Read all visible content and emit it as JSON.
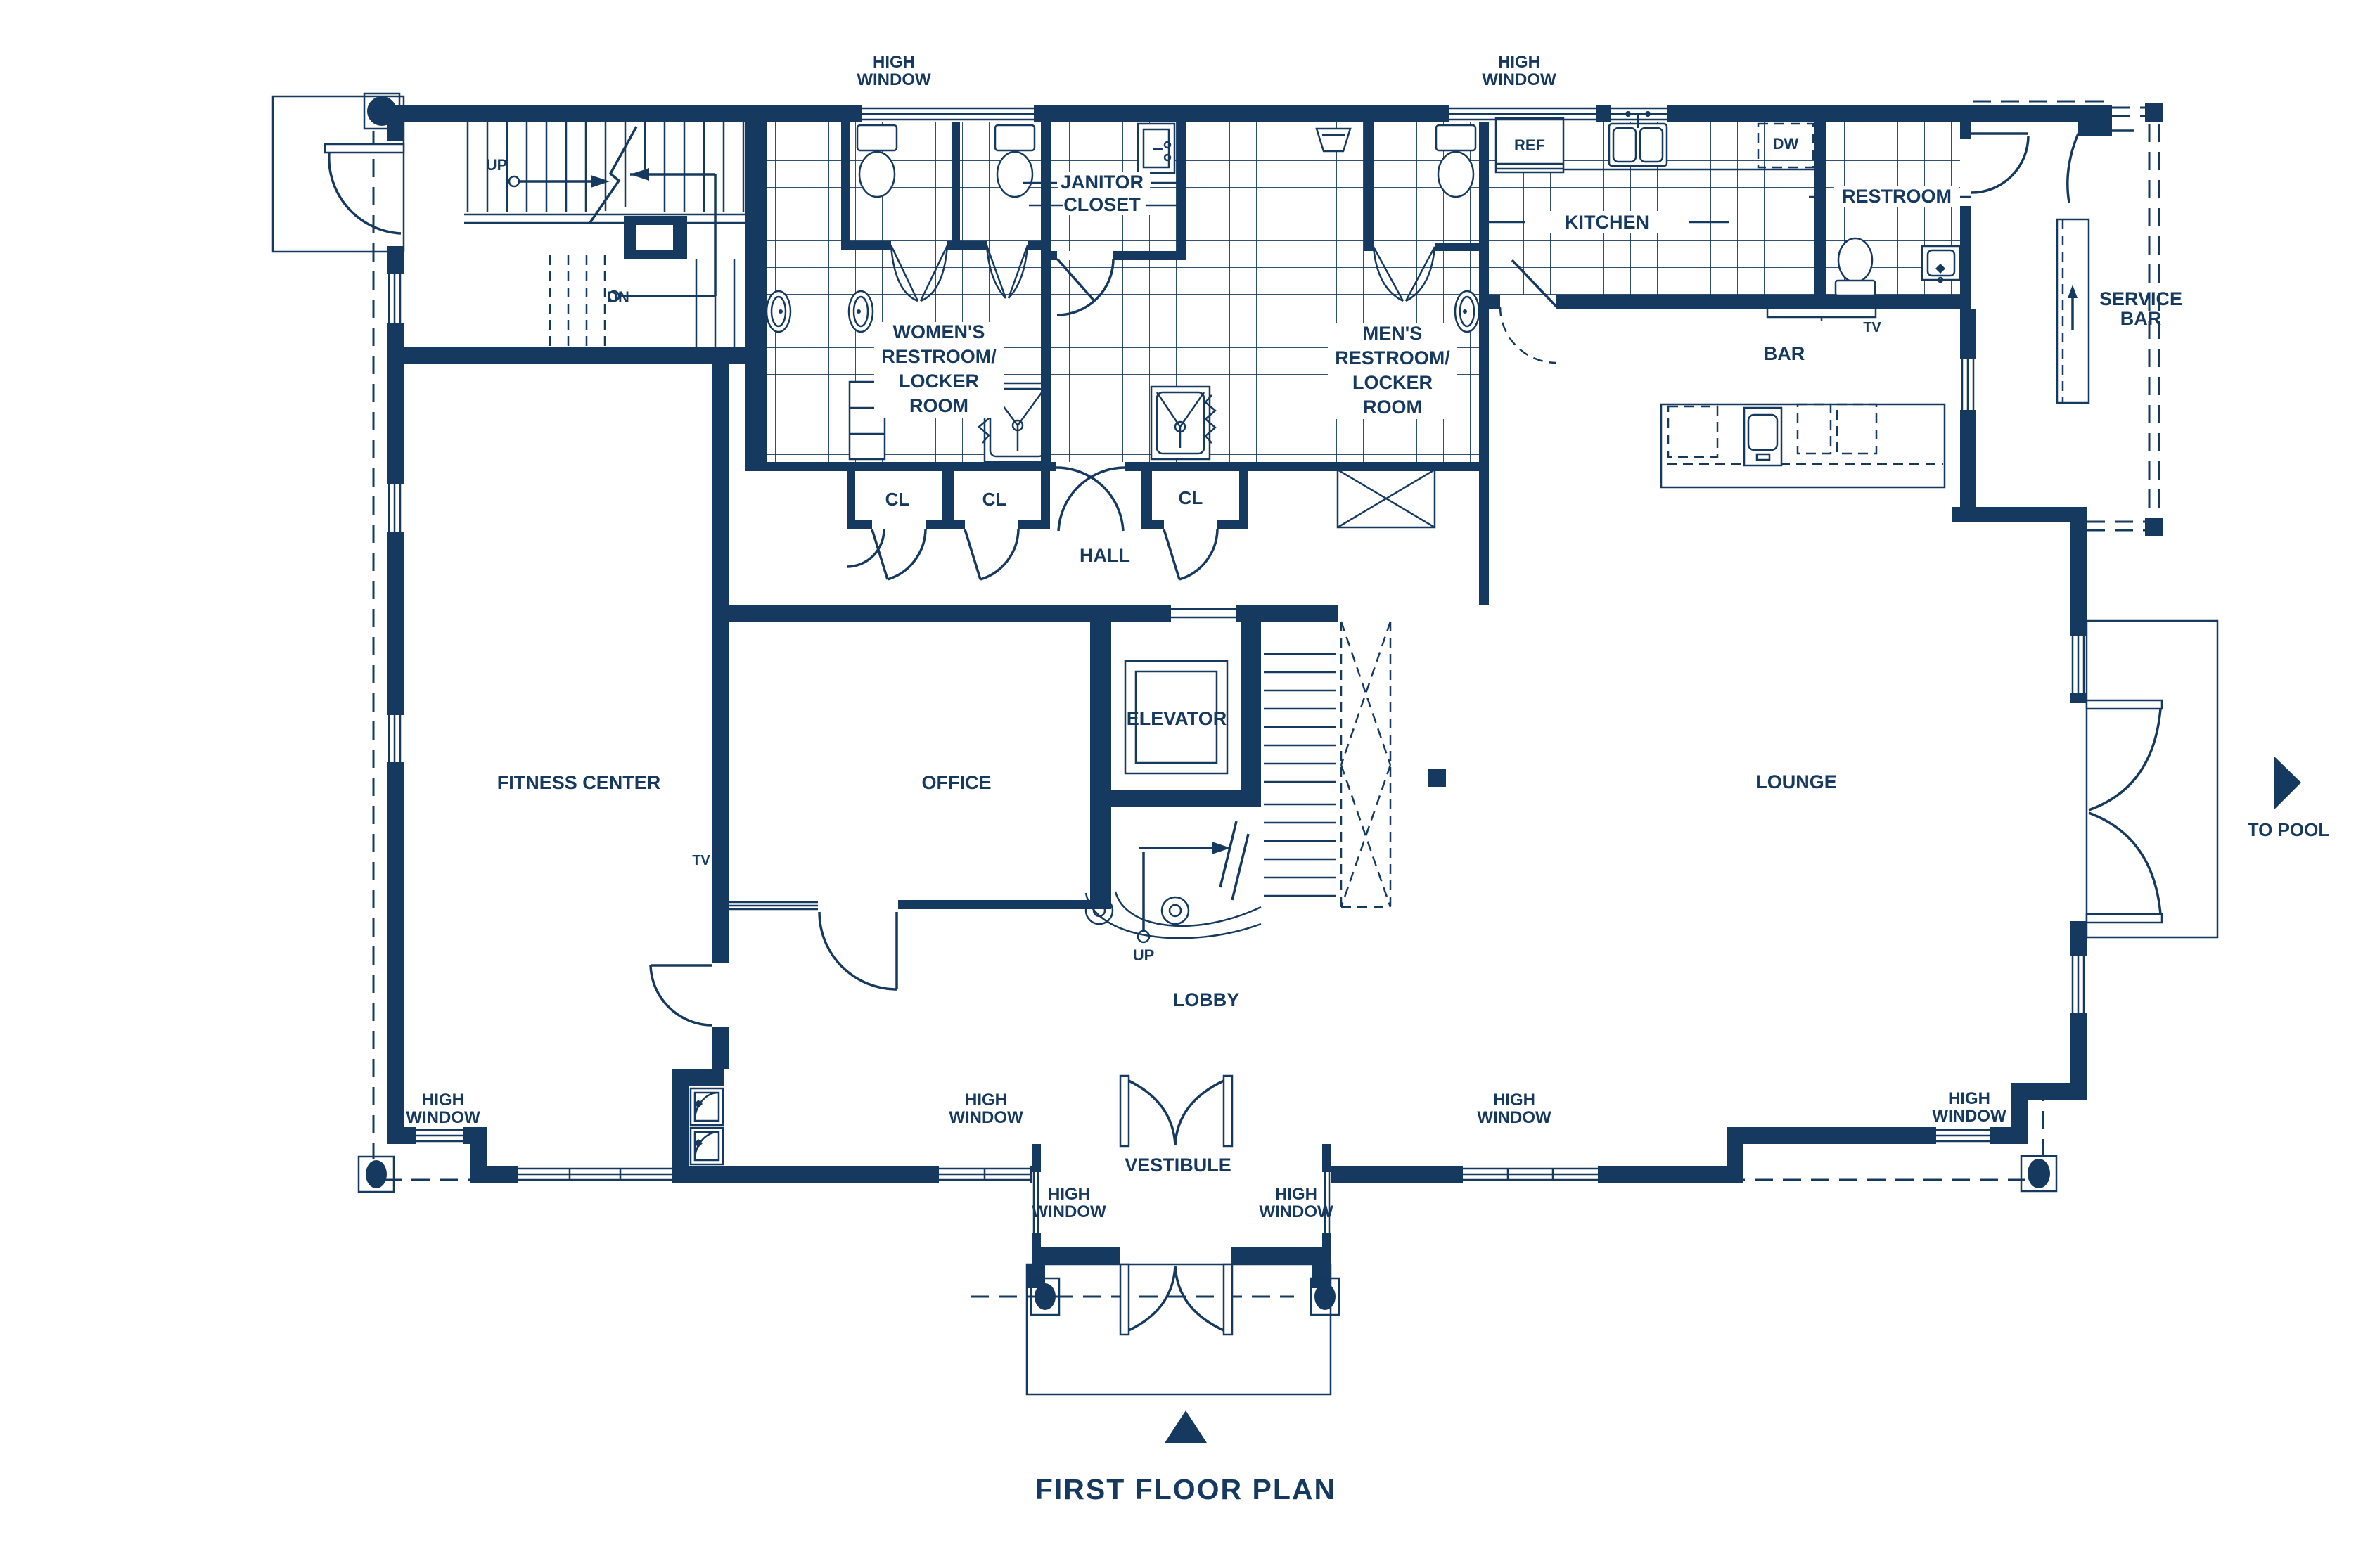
{
  "title": {
    "text": "FIRST FLOOR PLAN"
  },
  "colors": {
    "ink": "#16395f",
    "background": "#ffffff"
  },
  "rooms": {
    "fitness": "FITNESS CENTER",
    "office": "OFFICE",
    "lounge": "LOUNGE",
    "lobby": "LOBBY",
    "hall": "HALL",
    "vestibule": "VESTIBULE",
    "elevator": "ELEVATOR",
    "kitchen": "KITCHEN",
    "bar": "BAR",
    "restroom": "RESTROOM",
    "janitor_line1": "JANITOR",
    "janitor_line2": "CLOSET",
    "womens_line1": "WOMEN'S",
    "womens_line2": "RESTROOM/",
    "womens_line3": "LOCKER",
    "womens_line4": "ROOM",
    "mens_line1": "MEN'S",
    "mens_line2": "RESTROOM/",
    "mens_line3": "LOCKER",
    "mens_line4": "ROOM",
    "service_line1": "SERVICE",
    "service_line2": "BAR",
    "closet": "CL"
  },
  "ann": {
    "high": "HIGH",
    "window": "WINDOW",
    "up": "UP",
    "dn": "DN",
    "ref": "REF",
    "dw": "DW",
    "tv": "TV",
    "to_pool": "TO POOL"
  }
}
